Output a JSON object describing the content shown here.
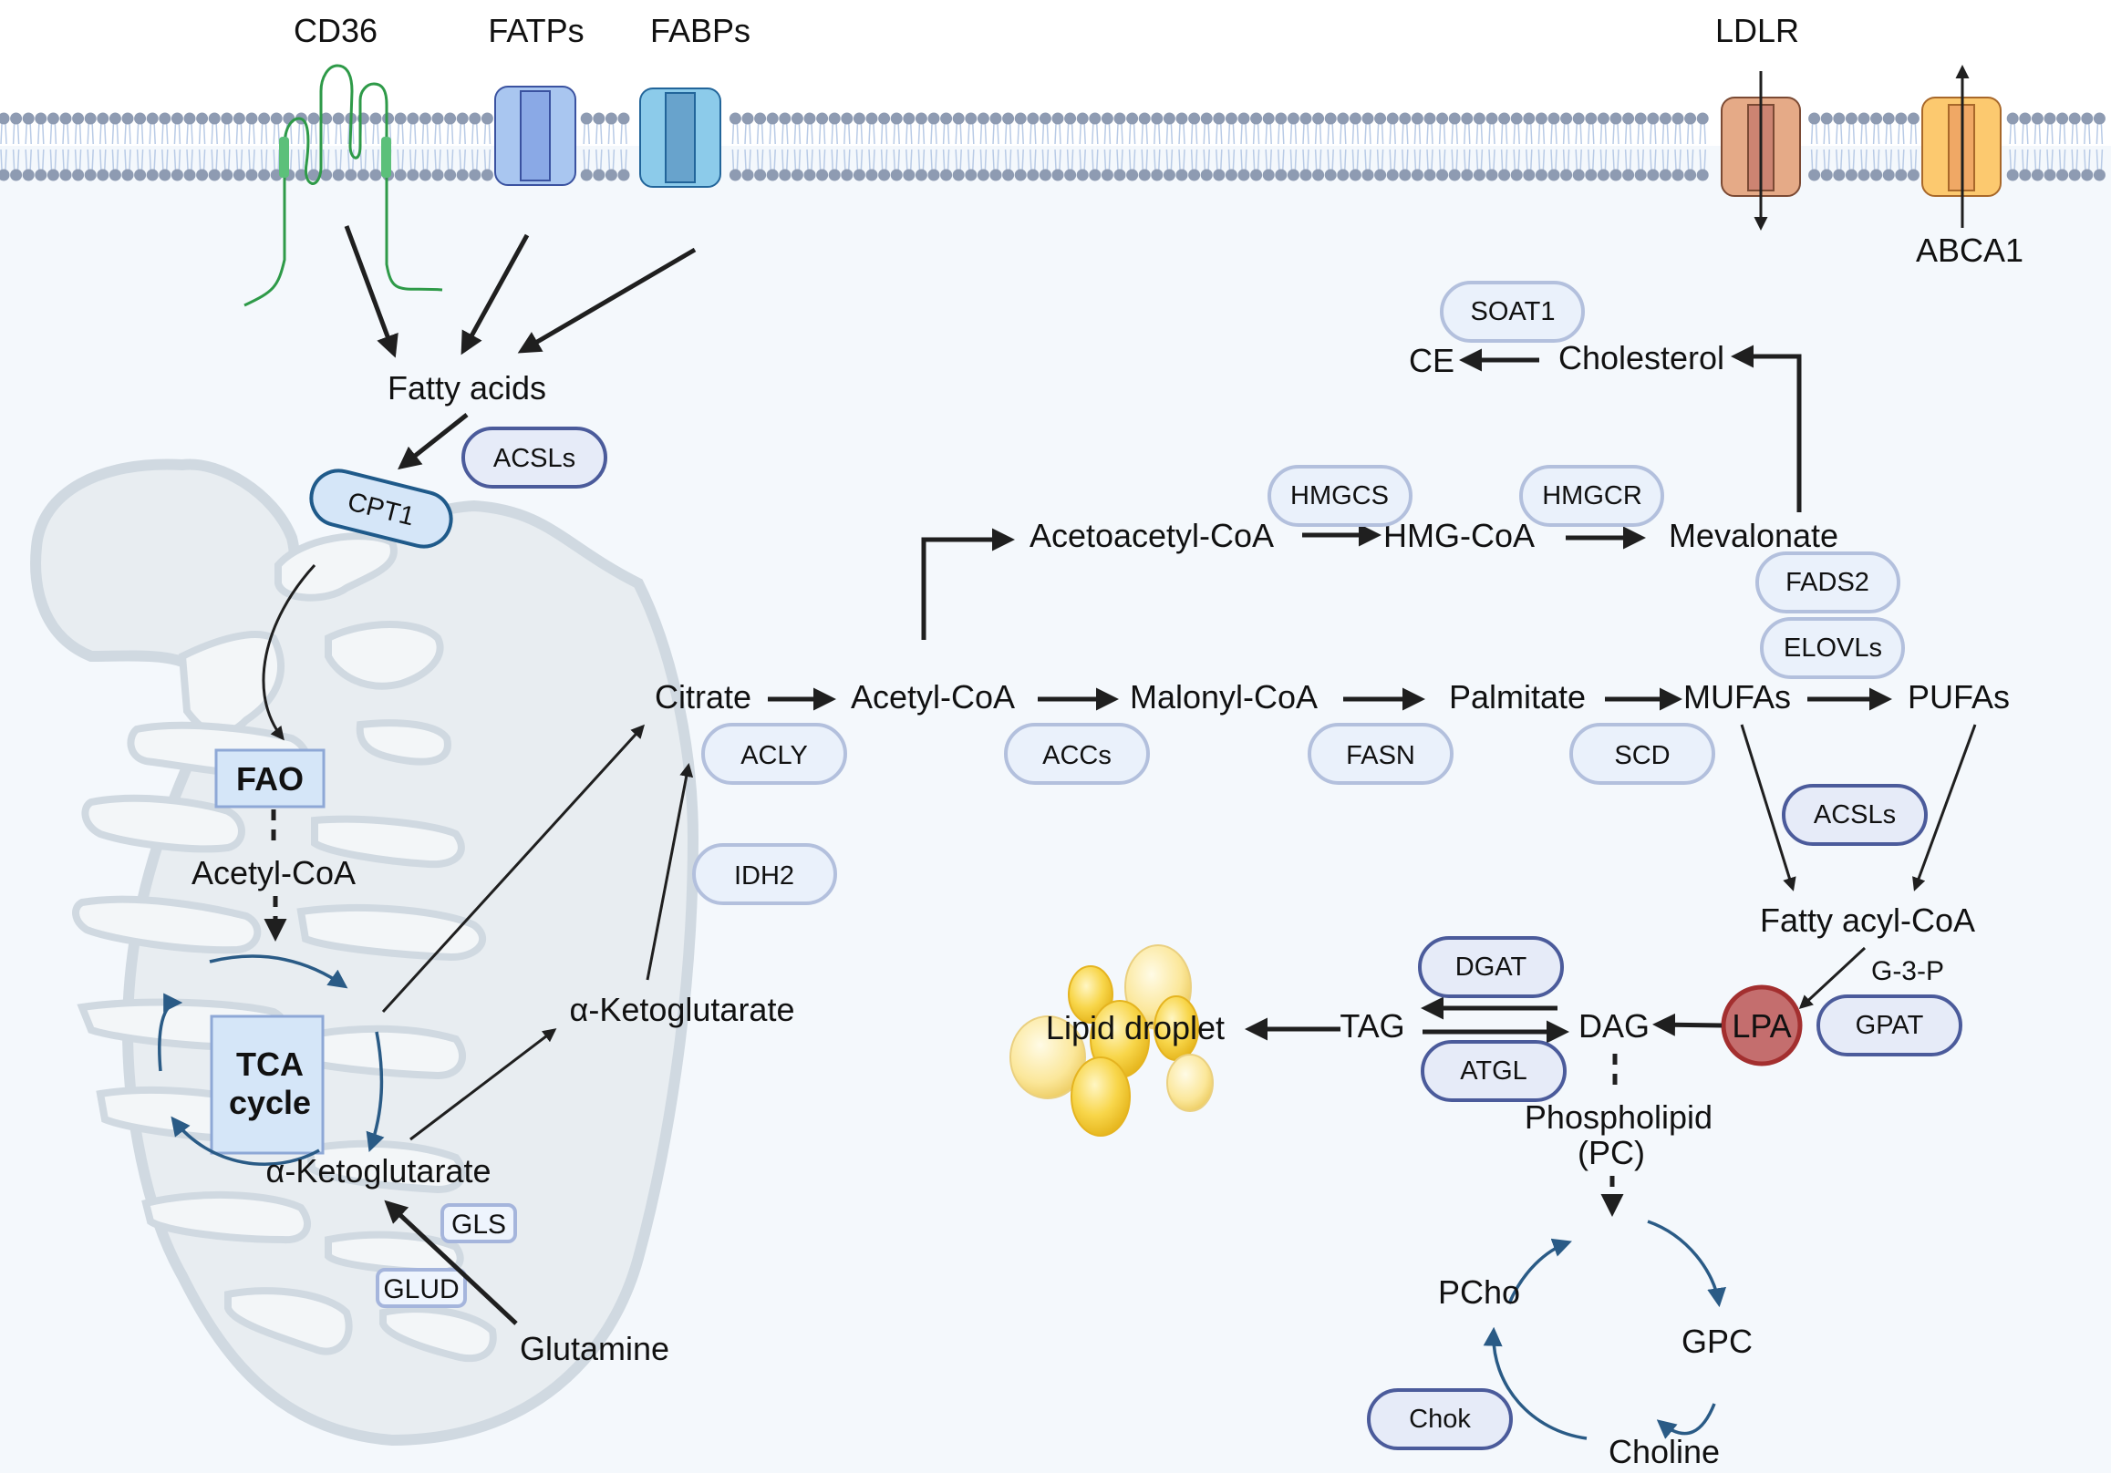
{
  "membrane": {
    "transporters": [
      {
        "id": "cd36",
        "label": "CD36"
      },
      {
        "id": "fatps",
        "label": "FATPs"
      },
      {
        "id": "fabps",
        "label": "FABPs"
      },
      {
        "id": "ldlr",
        "label": "LDLR"
      },
      {
        "id": "abca1",
        "label": "ABCA1"
      }
    ]
  },
  "mitochondrion": {
    "fatty_acids": "Fatty acids",
    "cpt1": "CPT1",
    "acsls": "ACSLs",
    "fao": "FAO",
    "acetyl_coa": "Acetyl-CoA",
    "tca_line1": "TCA",
    "tca_line2": "cycle",
    "akg": "α-Ketoglutarate",
    "gls": "GLS",
    "glud": "GLUD",
    "glutamine": "Glutamine"
  },
  "cytosol": {
    "akg": "α-Ketoglutarate",
    "idh2": "IDH2",
    "citrate": "Citrate",
    "acly": "ACLY",
    "acetyl_coa": "Acetyl-CoA",
    "accs": "ACCs",
    "malonyl_coa": "Malonyl-CoA",
    "fasn": "FASN",
    "palmitate": "Palmitate",
    "scd": "SCD",
    "mufas": "MUFAs",
    "pufas": "PUFAs",
    "fads2": "FADS2",
    "elovls": "ELOVLs",
    "acetoacetyl_coa": "Acetoacetyl-CoA",
    "hmgcs": "HMGCS",
    "hmg_coa": "HMG-CoA",
    "hmgcr": "HMGCR",
    "mevalonate": "Mevalonate",
    "cholesterol": "Cholesterol",
    "soat1": "SOAT1",
    "ce": "CE",
    "acsls": "ACSLs",
    "fatty_acyl_coa": "Fatty acyl-CoA",
    "g3p": "G-3-P",
    "lpa": "LPA",
    "gpat": "GPAT",
    "dag": "DAG",
    "dgat": "DGAT",
    "atgl": "ATGL",
    "tag": "TAG",
    "lipid_droplet": "Lipid droplet",
    "phospholipid": "Phospholipid",
    "pc": "(PC)",
    "pcho": "PCho",
    "gpc": "GPC",
    "choline": "Choline",
    "chok": "Chok"
  },
  "colors": {
    "membrane_head": "#8e9bb2",
    "membrane_tail": "#b9cbe6",
    "cytoplasm": "#f4f8fc",
    "cd36": "#2e9a48",
    "fatps": "#a9c6f0",
    "fabps": "#8ccbea",
    "ldlr": "#e5aa87",
    "abca1": "#fcc96f",
    "lpa": "#c46e6e",
    "cycle_arrow": "#2a5b86"
  }
}
